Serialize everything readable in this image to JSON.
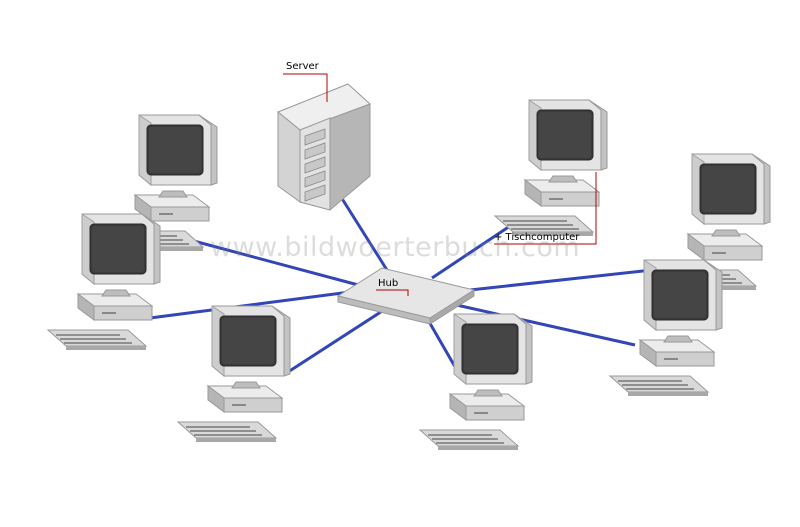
{
  "labels": {
    "server": "Server",
    "hub": "Hub",
    "desktop": "+ Tischcomputer"
  },
  "watermark": "www.bildwoerterbuch.com",
  "colors": {
    "cable": "#3346b8",
    "leader": "#b30000",
    "device_light": "#e6e6e6",
    "device_mid": "#bdbdbd",
    "device_dark": "#8a8a8a",
    "screen": "#3b3b3b"
  },
  "icons": {
    "server": "server-tower-icon",
    "hub": "network-hub-icon",
    "computer": "desktop-computer-icon"
  }
}
